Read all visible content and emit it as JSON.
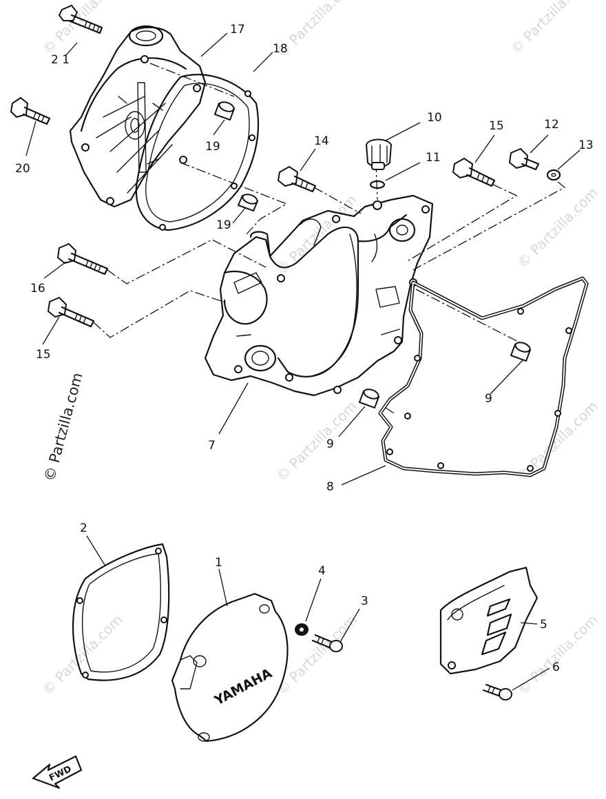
{
  "watermark": {
    "text": "© Partzilla.com",
    "color": "#d7d7d7"
  },
  "side_watermark": {
    "text": "© Partzilla.com"
  },
  "cover_logo": "YAMAHA",
  "fwd_label": "FWD",
  "callouts": {
    "c1": "1",
    "c2": "2",
    "c3": "3",
    "c4": "4",
    "c5": "5",
    "c6": "6",
    "c7": "7",
    "c8": "8",
    "c9a": "9",
    "c9b": "9",
    "c10": "10",
    "c11": "11",
    "c12": "12",
    "c13": "13",
    "c14": "14",
    "c15a": "15",
    "c15b": "15",
    "c16": "16",
    "c17": "17",
    "c18": "18",
    "c19a": "19",
    "c19b": "19",
    "c20": "20",
    "c21": "2 1"
  }
}
